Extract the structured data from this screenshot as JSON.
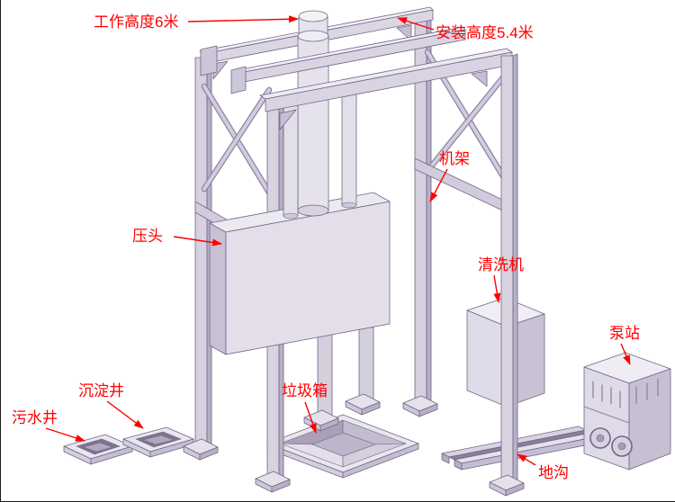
{
  "labels": {
    "working_height": "工作高度6米",
    "install_height": "安装高度5.4米",
    "frame": "机架",
    "press_head": "压头",
    "washer": "清洗机",
    "pump_station": "泵站",
    "settling_well": "沉淀井",
    "sewage_well": "污水井",
    "garbage_bin": "垃圾箱",
    "trench": "地沟"
  },
  "colors": {
    "label": "#fe0000",
    "background": "#ffffff",
    "machine_light": "#eceaf1",
    "machine_mid": "#d8d2e1",
    "machine_dark": "#b9b0c6",
    "outline": "#6f6688"
  }
}
